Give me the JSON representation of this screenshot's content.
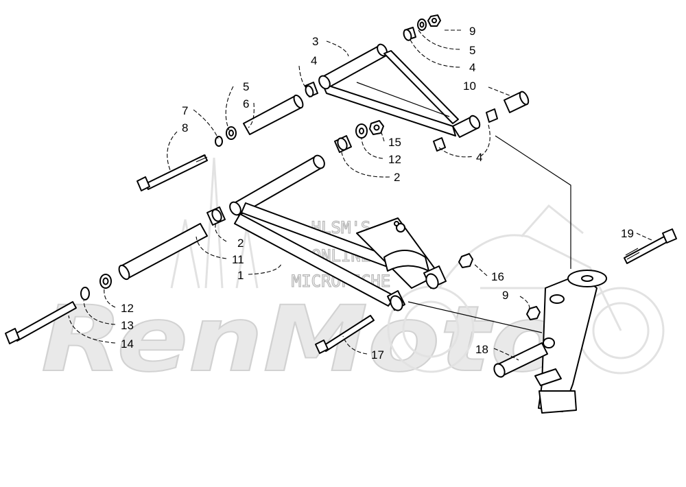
{
  "watermark": {
    "lines": [
      "HLSM'S",
      "ONLINE",
      "MICROFICHE"
    ],
    "logo": "RenMoto"
  },
  "callouts": [
    {
      "id": "c1",
      "label": "1"
    },
    {
      "id": "c2a",
      "label": "2"
    },
    {
      "id": "c2b",
      "label": "2"
    },
    {
      "id": "c3",
      "label": "3"
    },
    {
      "id": "c4a",
      "label": "4"
    },
    {
      "id": "c4b",
      "label": "4"
    },
    {
      "id": "c4c",
      "label": "4"
    },
    {
      "id": "c5a",
      "label": "5"
    },
    {
      "id": "c5b",
      "label": "5"
    },
    {
      "id": "c6",
      "label": "6"
    },
    {
      "id": "c7",
      "label": "7"
    },
    {
      "id": "c8",
      "label": "8"
    },
    {
      "id": "c9a",
      "label": "9"
    },
    {
      "id": "c9b",
      "label": "9"
    },
    {
      "id": "c10",
      "label": "10"
    },
    {
      "id": "c11",
      "label": "11"
    },
    {
      "id": "c12a",
      "label": "12"
    },
    {
      "id": "c12b",
      "label": "12"
    },
    {
      "id": "c13",
      "label": "13"
    },
    {
      "id": "c14",
      "label": "14"
    },
    {
      "id": "c15",
      "label": "15"
    },
    {
      "id": "c16",
      "label": "16"
    },
    {
      "id": "c17",
      "label": "17"
    },
    {
      "id": "c18",
      "label": "18"
    },
    {
      "id": "c19",
      "label": "19"
    }
  ]
}
